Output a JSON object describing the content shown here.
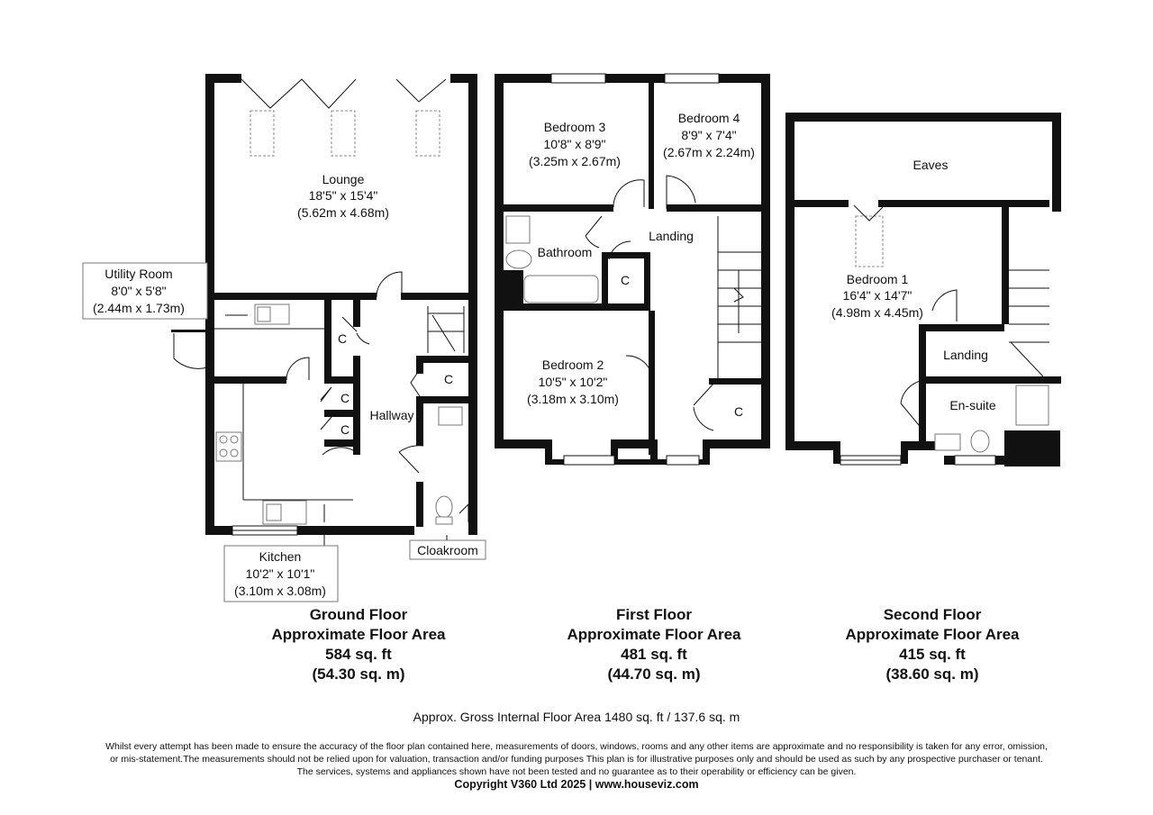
{
  "rooms": {
    "lounge": {
      "name": "Lounge",
      "imperial": "18'5\" x 15'4\"",
      "metric": "(5.62m x 4.68m)"
    },
    "utility": {
      "name": "Utility Room",
      "imperial": "8'0\" x 5'8\"",
      "metric": "(2.44m x 1.73m)"
    },
    "kitchen": {
      "name": "Kitchen",
      "imperial": "10'2\" x 10'1\"",
      "metric": "(3.10m x 3.08m)"
    },
    "hallway": {
      "name": "Hallway"
    },
    "cloakroom": {
      "name": "Cloakroom"
    },
    "bedroom3": {
      "name": "Bedroom 3",
      "imperial": "10'8\" x 8'9\"",
      "metric": "(3.25m x 2.67m)"
    },
    "bedroom4": {
      "name": "Bedroom 4",
      "imperial": "8'9\" x 7'4\"",
      "metric": "(2.67m x 2.24m)"
    },
    "bathroom": {
      "name": "Bathroom"
    },
    "landing1": {
      "name": "Landing"
    },
    "bedroom2": {
      "name": "Bedroom 2",
      "imperial": "10'5\" x 10'2\"",
      "metric": "(3.18m x 3.10m)"
    },
    "eaves": {
      "name": "Eaves"
    },
    "bedroom1": {
      "name": "Bedroom 1",
      "imperial": "16'4\" x 14'7\"",
      "metric": "(4.98m x 4.45m)"
    },
    "landing2": {
      "name": "Landing"
    },
    "ensuite": {
      "name": "En-suite"
    },
    "cupboard": "C"
  },
  "floors": [
    {
      "name": "Ground Floor",
      "subtitle": "Approximate Floor Area",
      "sqft": "584 sq. ft",
      "sqm": "(54.30 sq. m)"
    },
    {
      "name": "First Floor",
      "subtitle": "Approximate Floor Area",
      "sqft": "481 sq. ft",
      "sqm": "(44.70 sq. m)"
    },
    {
      "name": "Second Floor",
      "subtitle": "Approximate Floor Area",
      "sqft": "415 sq. ft",
      "sqm": "(38.60 sq. m)"
    }
  ],
  "gross_area": "Approx. Gross Internal Floor Area 1480 sq. ft / 137.6 sq. m",
  "disclaimer": [
    "Whilst every attempt has been made to ensure the accuracy of the floor plan contained here, measurements of doors, windows, rooms and any other items are approximate and no responsibility is taken for any error, omission,",
    "or mis-statement.The measurements should not be relied upon for valuation, transaction and/or funding purposes This plan is for illustrative purposes only and should be used as such by any prospective purchaser or tenant.",
    "The services, systems and appliances shown have not been tested and no guarantee as to their operability or efficiency can be given."
  ],
  "copyright": "Copyright V360 Ltd 2025 | www.houseviz.com",
  "colors": {
    "wall": "#111111",
    "fixture": "#777777",
    "background": "#ffffff"
  }
}
